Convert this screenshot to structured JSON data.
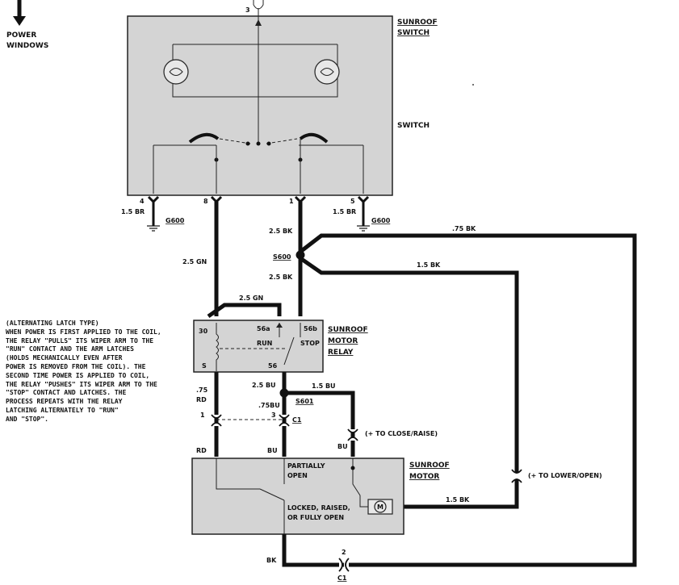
{
  "labels": {
    "power_windows": [
      "POWER",
      "WINDOWS"
    ],
    "sunroof_switch": [
      "SUNROOF",
      "SWITCH"
    ],
    "switch": "SWITCH",
    "relay": [
      "SUNROOF",
      "MOTOR",
      "RELAY"
    ],
    "motor": [
      "SUNROOF",
      "MOTOR"
    ],
    "relay_terminals": {
      "t30": "30",
      "t56a": "56a",
      "t56b": "56b",
      "t56": "56",
      "ts": "S"
    },
    "relay_positions": {
      "run": "RUN",
      "stop": "STOP"
    },
    "motor_positions": {
      "partially_open": [
        "PARTIALLY",
        "OPEN"
      ],
      "locked": [
        "LOCKED, RAISED,",
        "OR FULLY OPEN"
      ]
    },
    "motor_symbol": "M",
    "pins": {
      "p3_top": "3",
      "p4": "4",
      "p8": "8",
      "p1_switch": "1",
      "p5": "5",
      "p1_conn": "1",
      "p3_conn": "3",
      "p2_conn": "2"
    },
    "grounds": {
      "g600_left": "G600",
      "g600_right": "G600"
    },
    "splices": {
      "s600": "S600",
      "s601": "S601"
    },
    "connectors": {
      "c1_mid": "C1",
      "c1_bottom": "C1"
    },
    "wires": {
      "br_left": "1.5 BR",
      "br_right": "1.5 BR",
      "gn_left": "2.5 GN",
      "gn_top": "2.5 GN",
      "bk_top": "2.5 BK",
      "bk_mid": "2.5 BK",
      "bk_075": ".75 BK",
      "bk_15": "1.5 BK",
      "bu_25": "2.5 BU",
      "bu_15": "1.5 BU",
      "rd_075": ".75",
      "rd_075b": "RD",
      "bu_075": ".75BU",
      "rd": "RD",
      "bu": "BU",
      "bu_right": "BU",
      "bk_motor": "1.5 BK",
      "bk_bottom": "BK"
    },
    "close_raise": "(+ TO CLOSE/RAISE)",
    "lower_open": "(+ TO LOWER/OPEN)"
  },
  "note": [
    "(ALTERNATING LATCH TYPE)",
    "WHEN POWER IS FIRST APPLIED TO THE COIL,",
    "THE RELAY \"PULLS\" ITS WIPER ARM TO THE",
    "\"RUN\" CONTACT AND THE ARM LATCHES",
    "(HOLDS MECHANICALLY EVEN AFTER",
    "POWER IS REMOVED FROM THE COIL). THE",
    "SECOND TIME POWER IS APPLIED TO COIL,",
    "THE RELAY \"PUSHES\" ITS WIPER ARM TO THE",
    "\"STOP\" CONTACT AND LATCHES. THE",
    "PROCESS REPEATS WITH THE RELAY",
    "LATCHING ALTERNATELY TO \"RUN\"",
    "AND \"STOP\"."
  ]
}
